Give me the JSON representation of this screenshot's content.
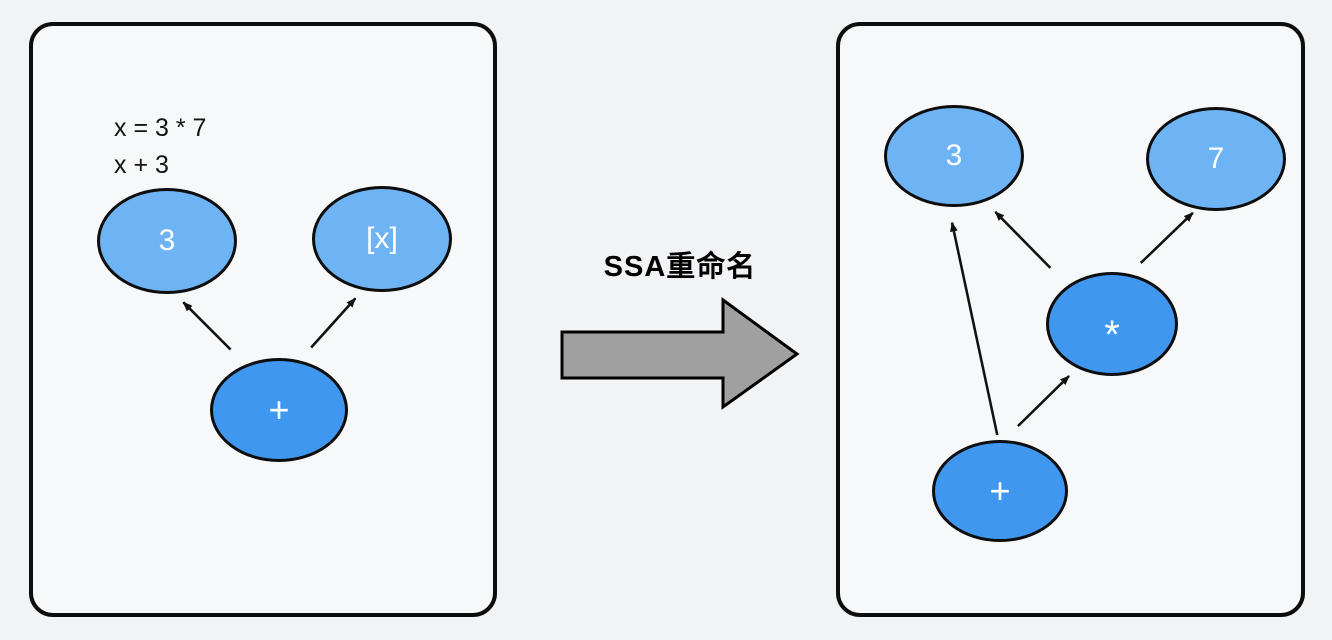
{
  "diagram": {
    "transform_label": "SSA重命名",
    "colors": {
      "page_bg": "#f1f3f4",
      "panel_bg": "#f7f8f9",
      "value_node_fill": "#6eb4f5",
      "op_node_fill": "#3f97f0",
      "node_stroke": "#0d0d0d",
      "arrow_color": "#111111",
      "big_arrow_fill": "#a0a0a0"
    },
    "left_panel": {
      "code_lines": [
        "x = 3 * 7",
        "x + 3"
      ],
      "nodes": {
        "three": {
          "label": "3",
          "type": "value"
        },
        "x": {
          "label": "[x]",
          "type": "value"
        },
        "plus": {
          "label": "+",
          "type": "operator"
        }
      },
      "edges": [
        {
          "from": "+",
          "to": "3"
        },
        {
          "from": "+",
          "to": "[x]"
        }
      ]
    },
    "right_panel": {
      "nodes": {
        "three": {
          "label": "3",
          "type": "value"
        },
        "seven": {
          "label": "7",
          "type": "value"
        },
        "star": {
          "label": "*",
          "type": "operator"
        },
        "plus": {
          "label": "+",
          "type": "operator"
        }
      },
      "edges": [
        {
          "from": "+",
          "to": "3"
        },
        {
          "from": "*",
          "to": "3"
        },
        {
          "from": "*",
          "to": "7"
        },
        {
          "from": "+",
          "to": "*"
        }
      ]
    }
  }
}
